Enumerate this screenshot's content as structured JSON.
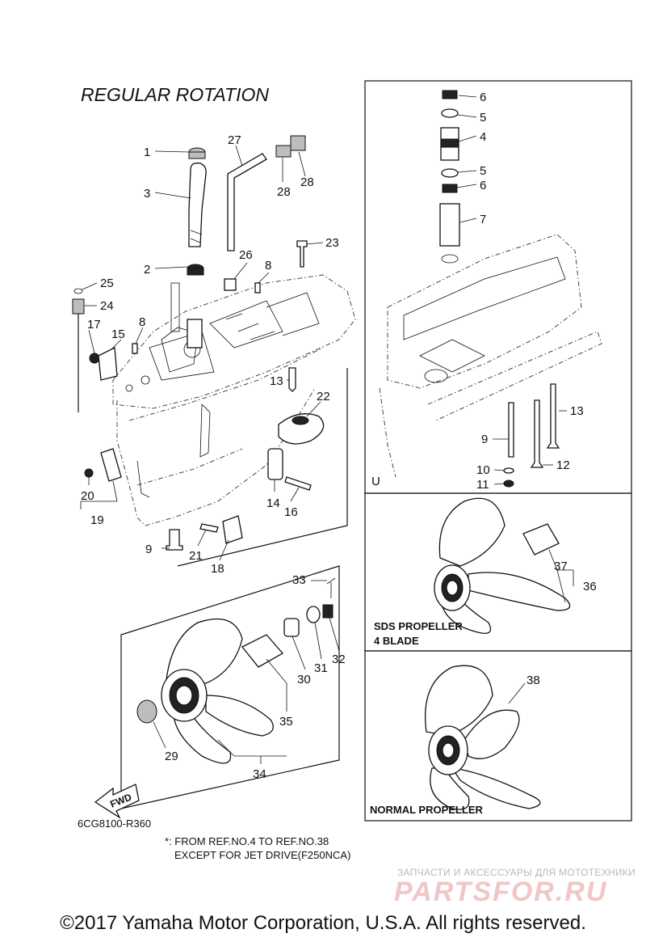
{
  "diagram": {
    "title": "REGULAR ROTATION",
    "figure_code": "6CG8100-R360",
    "note_line1": "*: FROM REF.NO.4 TO REF.NO.38",
    "note_line2": "EXCEPT FOR JET DRIVE(F250NCA)",
    "fwd_label": "FWD",
    "inset_u_label": "U",
    "sds_caption_line1": "SDS PROPELLER",
    "sds_caption_line2": "4 BLADE",
    "normal_caption": "NORMAL PROPELLER",
    "copyright": "©2017 Yamaha Motor Corporation, U.S.A. All rights reserved.",
    "watermark_small": "ЗАПЧАСТИ И АКСЕССУАРЫ ДЛЯ МОТОТЕХНИКИ",
    "watermark_big": "PARTSFOR.RU",
    "callouts": {
      "c1": "1",
      "c2": "2",
      "c3": "3",
      "c8a": "8",
      "c8b": "8",
      "c9": "9",
      "c13": "13",
      "c14": "14",
      "c15": "15",
      "c16": "16",
      "c17": "17",
      "c18": "18",
      "c19": "19",
      "c20": "20",
      "c21": "21",
      "c22": "22",
      "c23": "23",
      "c24": "24",
      "c25": "25",
      "c26": "26",
      "c27": "27",
      "c28a": "28",
      "c28b": "28",
      "c29": "29",
      "c30": "30",
      "c31": "31",
      "c32": "32",
      "c33": "33",
      "c34": "34",
      "c35": "35",
      "u6a": "6",
      "u5a": "5",
      "u4": "4",
      "u5b": "5",
      "u6b": "6",
      "u7": "7",
      "u9": "9",
      "u10": "10",
      "u11": "11",
      "u12": "12",
      "u13": "13",
      "c36": "36",
      "c37": "37",
      "c38": "38"
    }
  }
}
